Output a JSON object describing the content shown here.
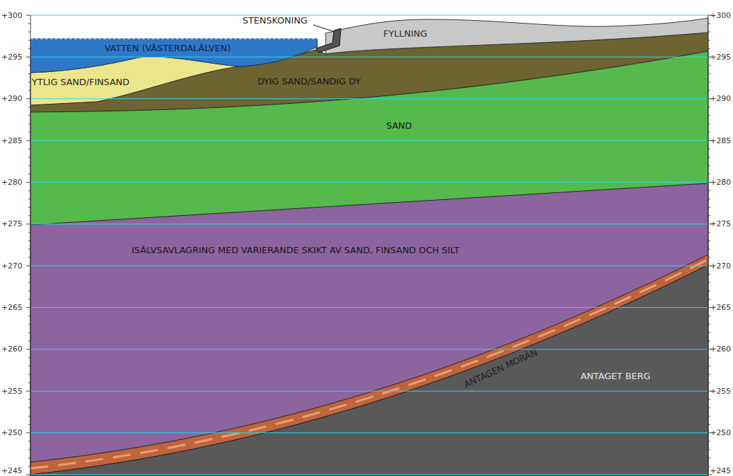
{
  "diagram": {
    "labels": [
      "STENSKONING",
      "FYLLNING",
      "VATTEN (VÄSTERDALÄLVEN)",
      "YTLIG SAND/FINSAND",
      "DYIG SAND/SANDIG DY",
      "SAND",
      "ISÄLVSAVLAGRING MED VARIERANDE SKIKT AV SAND, FINSAND OCH SILT",
      "ANTAGEN MORÄN",
      "ANTAGET BERG",
      "+300",
      "+295",
      "+290",
      "+285",
      "+280",
      "+275",
      "+270",
      "+265",
      "+260",
      "+255",
      "+250",
      "+245",
      "+300",
      "+295",
      "+290",
      "+285",
      "+280",
      "+275",
      "+270",
      "+265",
      "+260",
      "+255",
      "+250",
      "+245"
    ]
  }
}
